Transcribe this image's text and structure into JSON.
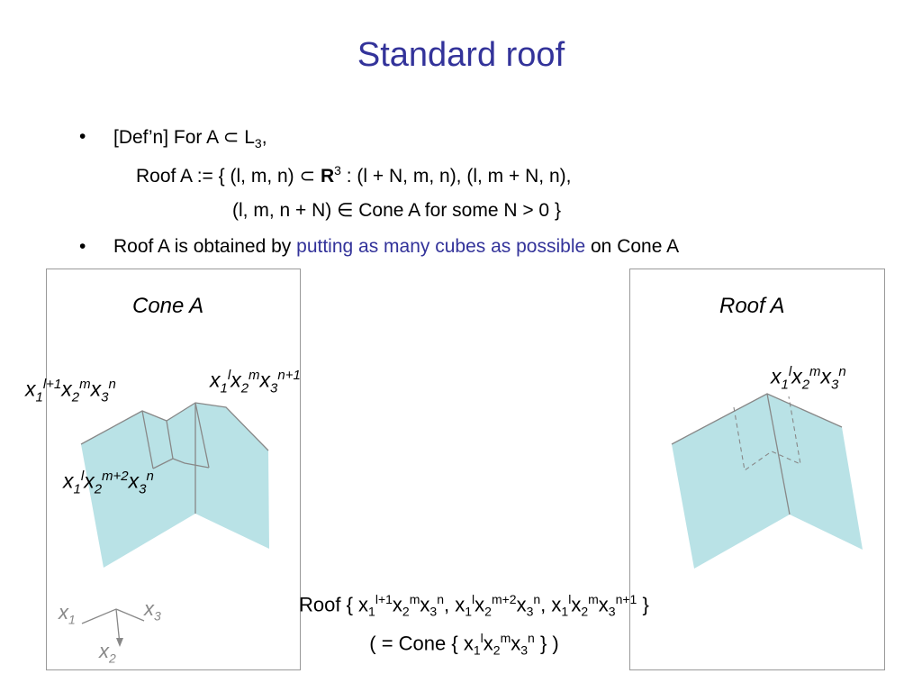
{
  "title": "Standard roof",
  "bullets": {
    "b1": "•",
    "b2": "•",
    "line1": {
      "pre": "[Def’n] For A ",
      "subset": "⊂",
      "mid": " L",
      "sub": "3",
      "post": ","
    },
    "line2": {
      "pre": "Roof A := { (l, m, n) ",
      "subset": "⊂",
      "sp": " ",
      "bold": "R",
      "sup": "3",
      "post": " : (l + N, m, n), (l, m + N, n),"
    },
    "line3": {
      "pre": "(l, m, n + N) ",
      "elem": "∈",
      "post": " Cone A for some N > 0 }"
    },
    "line4": {
      "pre": "Roof A is obtained by ",
      "highlight": "putting as many cubes as possible",
      "post": " on Cone A"
    }
  },
  "left_panel": {
    "caption": "Cone A",
    "label_top_left": {
      "x": "x",
      "s1": "1",
      "e1": "l+1",
      "x2": "x",
      "s2": "2",
      "e2": "m",
      "x3": "x",
      "s3": "3",
      "e3": "n"
    },
    "label_top_right": {
      "x": "x",
      "s1": "1",
      "e1": "l",
      "x2": "x",
      "s2": "2",
      "e2": "m",
      "x3": "x",
      "s3": "3",
      "e3": "n+1"
    },
    "label_middle": {
      "x": "x",
      "s1": "1",
      "e1": "l",
      "x2": "x",
      "s2": "2",
      "e2": "m+2",
      "x3": "x",
      "s3": "3",
      "e3": "n"
    },
    "axes": {
      "a1": "x",
      "a1s": "1",
      "a2": "x",
      "a2s": "2",
      "a3": "x",
      "a3s": "3"
    }
  },
  "right_panel": {
    "caption": "Roof A",
    "label_top": {
      "x": "x",
      "s1": "1",
      "e1": "l",
      "x2": "x",
      "s2": "2",
      "e2": "m",
      "x3": "x",
      "s3": "3",
      "e3": "n"
    }
  },
  "formula1": {
    "pre": "Roof { x",
    "s1": "1",
    "e1": "l+1",
    "a": "x",
    "s2": "2",
    "e2": "m",
    "b": "x",
    "s3": "3",
    "e3": "n",
    "c": ", x",
    "s4": "1",
    "e4": "l",
    "d": "x",
    "s5": "2",
    "e5": "m+2",
    "e": "x",
    "s6": "3",
    "e6": "n",
    "f": ", x",
    "s7": "1",
    "e7": "l",
    "g": "x",
    "s8": "2",
    "e8": "m",
    "h": "x",
    "s9": "3",
    "e9": "n+1",
    "post": " }"
  },
  "formula2": {
    "pre": "( = Cone { x",
    "s1": "1",
    "e1": "l",
    "a": "x",
    "s2": "2",
    "e2": "m",
    "b": "x",
    "s3": "3",
    "e3": "n",
    "post": " } )"
  },
  "colors": {
    "title": "#33339a",
    "fill": "#b9e2e6",
    "edge": "#888888",
    "box": "#999999"
  }
}
